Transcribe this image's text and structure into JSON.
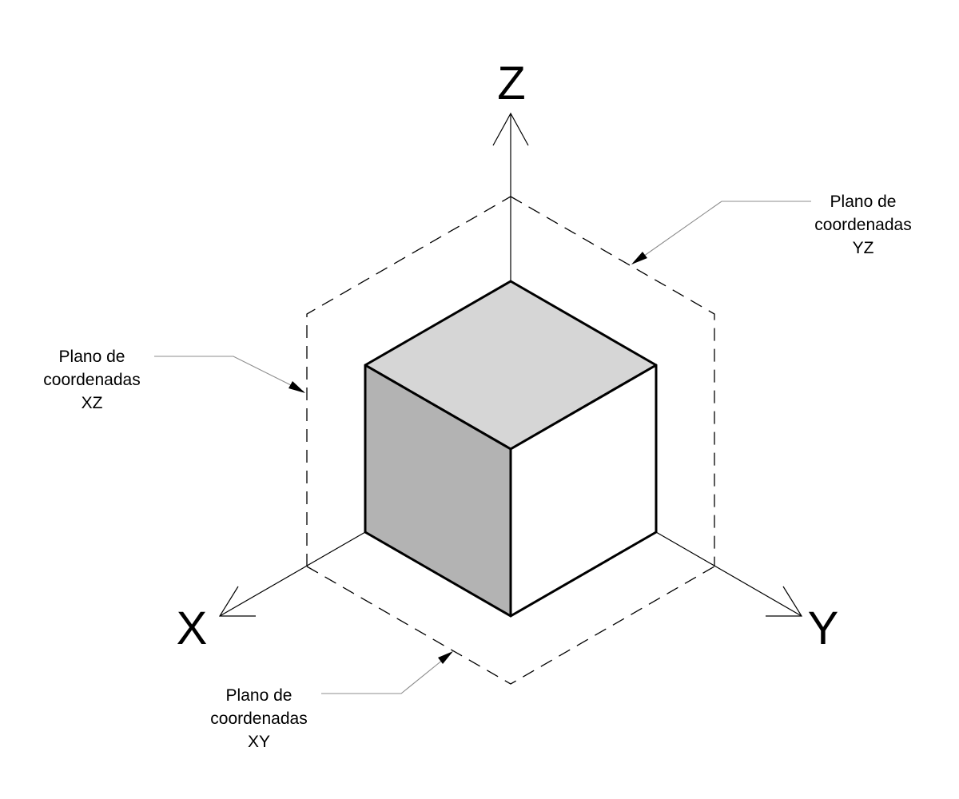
{
  "axes": {
    "z": "Z",
    "x": "X",
    "y": "Y"
  },
  "labels": {
    "xz": [
      "Plano de",
      "coordenadas",
      "XZ"
    ],
    "yz": [
      "Plano de",
      "coordenadas",
      "YZ"
    ],
    "xy": [
      "Plano de",
      "coordenadas",
      "XY"
    ]
  },
  "colors": {
    "cube_top": "#d6d6d6",
    "cube_left": "#b3b3b3",
    "cube_right": "#ffffff",
    "leader": "#8c8c8c",
    "lines": "#000000"
  }
}
